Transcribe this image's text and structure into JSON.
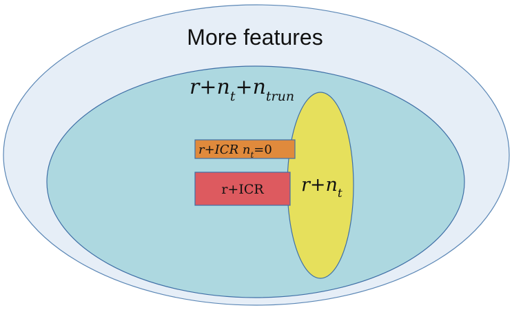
{
  "outer_set": {
    "title": "More features",
    "fill": "#e6eef7",
    "stroke": "#5a86b5"
  },
  "middle_set": {
    "label_base": "r+n",
    "label_sub1": "t",
    "label_plus": "+n",
    "label_sub2": "trun",
    "fill": "#add8e0",
    "stroke": "#3f6fa6"
  },
  "yellow_set": {
    "label_base": "r+n",
    "label_sub": "t",
    "fill": "#e6e05c",
    "stroke": "#3f6fa6"
  },
  "orange_box": {
    "label_pre": "r+ICR",
    "label_n": "n",
    "label_sub": "t",
    "label_post": "=0",
    "fill": "#e08a3c",
    "stroke": "#3f6fa6"
  },
  "red_box": {
    "label": "r+ICR",
    "fill": "#dd5a5f",
    "stroke": "#3f6fa6"
  }
}
